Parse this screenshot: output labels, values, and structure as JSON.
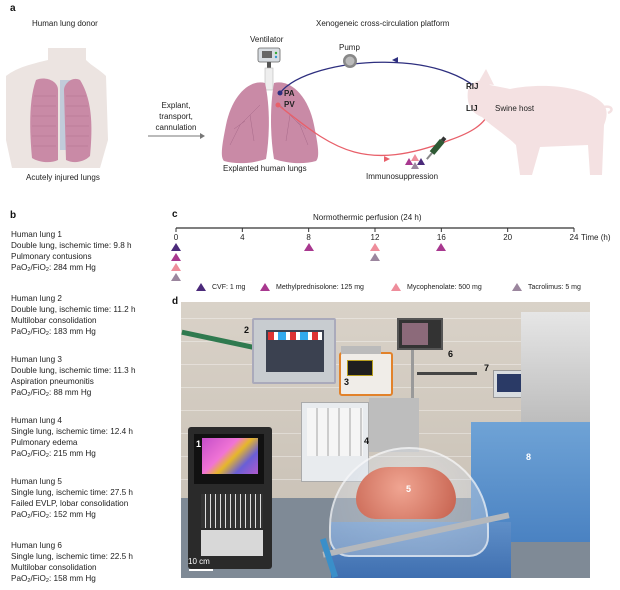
{
  "panel_a": {
    "letter": "a",
    "donor_title": "Human lung donor",
    "donor_caption": "Acutely injured lungs",
    "arrow_label": [
      "Explant,",
      "transport,",
      "cannulation"
    ],
    "platform_title": "Xenogeneic cross-circulation platform",
    "ventilator": "Ventilator",
    "pump": "Pump",
    "pa": "PA",
    "pv": "PV",
    "rij": "RIJ",
    "lij": "LIJ",
    "swine_host": "Swine host",
    "explanted_caption": "Explanted human lungs",
    "immunosuppression": "Immunosuppression",
    "colors": {
      "venous": "#2e2f7f",
      "arterial": "#e8606a",
      "lung": "#c98aa6",
      "pig": "#f4e1e2",
      "body": "#ece4e1"
    }
  },
  "panel_b": {
    "letter": "b",
    "lungs": [
      {
        "title": "Human lung 1",
        "type": "Double lung, ischemic time: 9.8 h",
        "injury": "Pulmonary contusions",
        "pf_label": "PaO2/FiO2:",
        "pf_value": "284 mm Hg"
      },
      {
        "title": "Human lung 2",
        "type": "Double lung, ischemic time: 11.2 h",
        "injury": "Multilobar consolidation",
        "pf_label": "PaO2/FiO2:",
        "pf_value": "183 mm Hg"
      },
      {
        "title": "Human lung 3",
        "type": "Double lung, ischemic time: 11.3 h",
        "injury": "Aspiration pneumonitis",
        "pf_label": "PaO2/FiO2:",
        "pf_value": "88 mm Hg"
      },
      {
        "title": "Human lung 4",
        "type": "Single lung, ischemic time: 12.4 h",
        "injury": "Pulmonary edema",
        "pf_label": "PaO2/FiO2:",
        "pf_value": "215 mm Hg"
      },
      {
        "title": "Human lung 5",
        "type": "Single lung, ischemic time: 27.5 h",
        "injury": "Failed EVLP, lobar consolidation",
        "pf_label": "PaO2/FiO2:",
        "pf_value": "152 mm Hg"
      },
      {
        "title": "Human lung 6",
        "type": "Single lung, ischemic time: 22.5 h",
        "injury": "Multilobar consolidation",
        "pf_label": "PaO2/FiO2:",
        "pf_value": "158 mm Hg"
      }
    ]
  },
  "panel_c": {
    "letter": "c",
    "title": "Normothermic perfusion (24 h)",
    "axis_label": "Time (h)",
    "ticks": [
      0,
      4,
      8,
      12,
      16,
      20,
      24
    ],
    "drugs": [
      {
        "name": "CVF: 1 mg",
        "color": "#4b2a7a",
        "doses_h": [
          0
        ]
      },
      {
        "name": "Methylprednisolone: 125 mg",
        "color": "#a8388f",
        "doses_h": [
          0,
          8,
          16
        ]
      },
      {
        "name": "Mycophenolate: 500 mg",
        "color": "#ee8d9b",
        "doses_h": [
          0,
          12
        ]
      },
      {
        "name": "Tacrolimus: 5 mg",
        "color": "#9b869e",
        "doses_h": [
          0,
          12
        ]
      }
    ]
  },
  "panel_d": {
    "letter": "d",
    "labels": [
      "1",
      "2",
      "3",
      "4",
      "5",
      "6",
      "7",
      "8"
    ],
    "scale_bar": "10 cm"
  },
  "chart_data": {
    "type": "scatter",
    "title": "Normothermic perfusion (24 h)",
    "xlabel": "Time (h)",
    "ylabel": "",
    "xlim": [
      0,
      24
    ],
    "x_ticks": [
      0,
      4,
      8,
      12,
      16,
      20,
      24
    ],
    "legend_position": "bottom",
    "series": [
      {
        "name": "CVF: 1 mg",
        "x": [
          0
        ]
      },
      {
        "name": "Methylprednisolone: 125 mg",
        "x": [
          0,
          8,
          16
        ]
      },
      {
        "name": "Mycophenolate: 500 mg",
        "x": [
          0,
          12
        ]
      },
      {
        "name": "Tacrolimus: 5 mg",
        "x": [
          0,
          12
        ]
      }
    ]
  }
}
